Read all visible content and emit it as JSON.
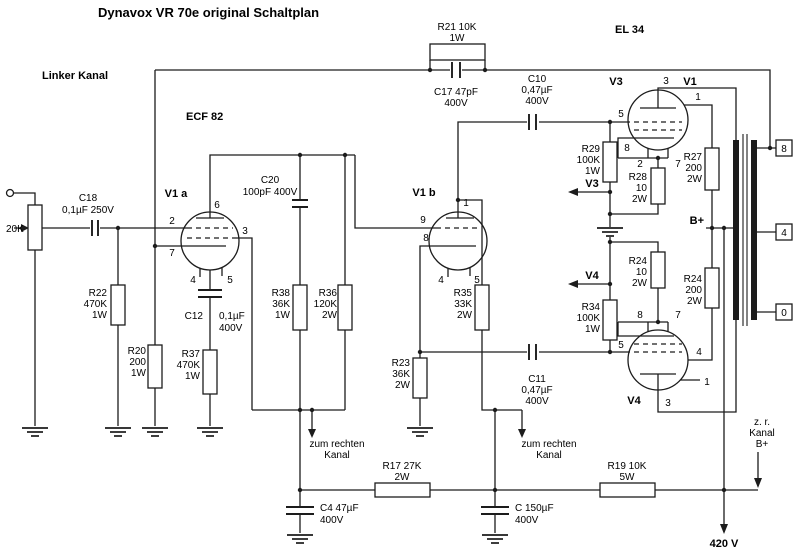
{
  "title": "Dynavox VR 70e original Schaltplan",
  "section_labels": {
    "channel": "Linker Kanal",
    "driver_type": "ECF 82",
    "output_type": "EL 34"
  },
  "pot": {
    "value": "20K"
  },
  "resistors": {
    "r21": [
      "R21 10K",
      "1W"
    ],
    "r22": [
      "R22",
      "470K",
      "1W"
    ],
    "r20": [
      "R20",
      "200",
      "1W"
    ],
    "r37": [
      "R37",
      "470K",
      "1W"
    ],
    "r38": [
      "R38",
      "36K",
      "1W"
    ],
    "r36": [
      "R36",
      "120K",
      "2W"
    ],
    "r35": [
      "R35",
      "33K",
      "2W"
    ],
    "r23": [
      "R23",
      "36K",
      "2W"
    ],
    "r29": [
      "R29",
      "100K",
      "1W"
    ],
    "r34": [
      "R34",
      "100K",
      "1W"
    ],
    "r28": [
      "R28",
      "10",
      "2W"
    ],
    "r24a": [
      "R24",
      "10",
      "2W"
    ],
    "r27": [
      "R27",
      "200",
      "2W"
    ],
    "r24b": [
      "R24",
      "200",
      "2W"
    ],
    "r17": [
      "R17 27K",
      "2W"
    ],
    "r19": [
      "R19 10K",
      "5W"
    ]
  },
  "capacitors": {
    "c18": [
      "C18",
      "0,1µF 250V"
    ],
    "c17": [
      "C17 47pF",
      "400V"
    ],
    "c10": [
      "C10",
      "0,47µF",
      "400V"
    ],
    "c20": [
      "C20",
      "100pF 400V"
    ],
    "c12": [
      "C12",
      "0,1µF",
      "400V"
    ],
    "c11": [
      "C11",
      "0,47µF",
      "400V"
    ],
    "c4": [
      "C4 47µF",
      "400V"
    ],
    "c150": [
      "C 150µF",
      "400V"
    ]
  },
  "tubes": {
    "v1a": {
      "name": "V1 a",
      "p6": "6",
      "p2": "2",
      "p3": "3",
      "p7": "7",
      "p4": "4",
      "p5": "5"
    },
    "v1b": {
      "name": "V1 b",
      "p1": "1",
      "p9": "9",
      "p8": "8",
      "p4": "4",
      "p5": "5"
    },
    "v3": {
      "name": "V3",
      "alt": "V1",
      "p3": "3",
      "p1": "1",
      "p5": "5",
      "p8": "8",
      "p2": "2",
      "p7": "7"
    },
    "v4": {
      "name": "V4",
      "p8": "8",
      "p7": "7",
      "p5": "5",
      "p4": "4",
      "p1": "1",
      "p3": "3"
    }
  },
  "nets": {
    "v3": "V3",
    "v4": "V4",
    "bplus": "B+",
    "hv": "420 V"
  },
  "offpage": {
    "line1": "zum rechten",
    "line2": "Kanal",
    "zr1": "z. r.",
    "zr2": "Kanal",
    "zr3": "B+"
  },
  "terminals": {
    "t8": "8",
    "t4": "4",
    "t0": "0"
  }
}
